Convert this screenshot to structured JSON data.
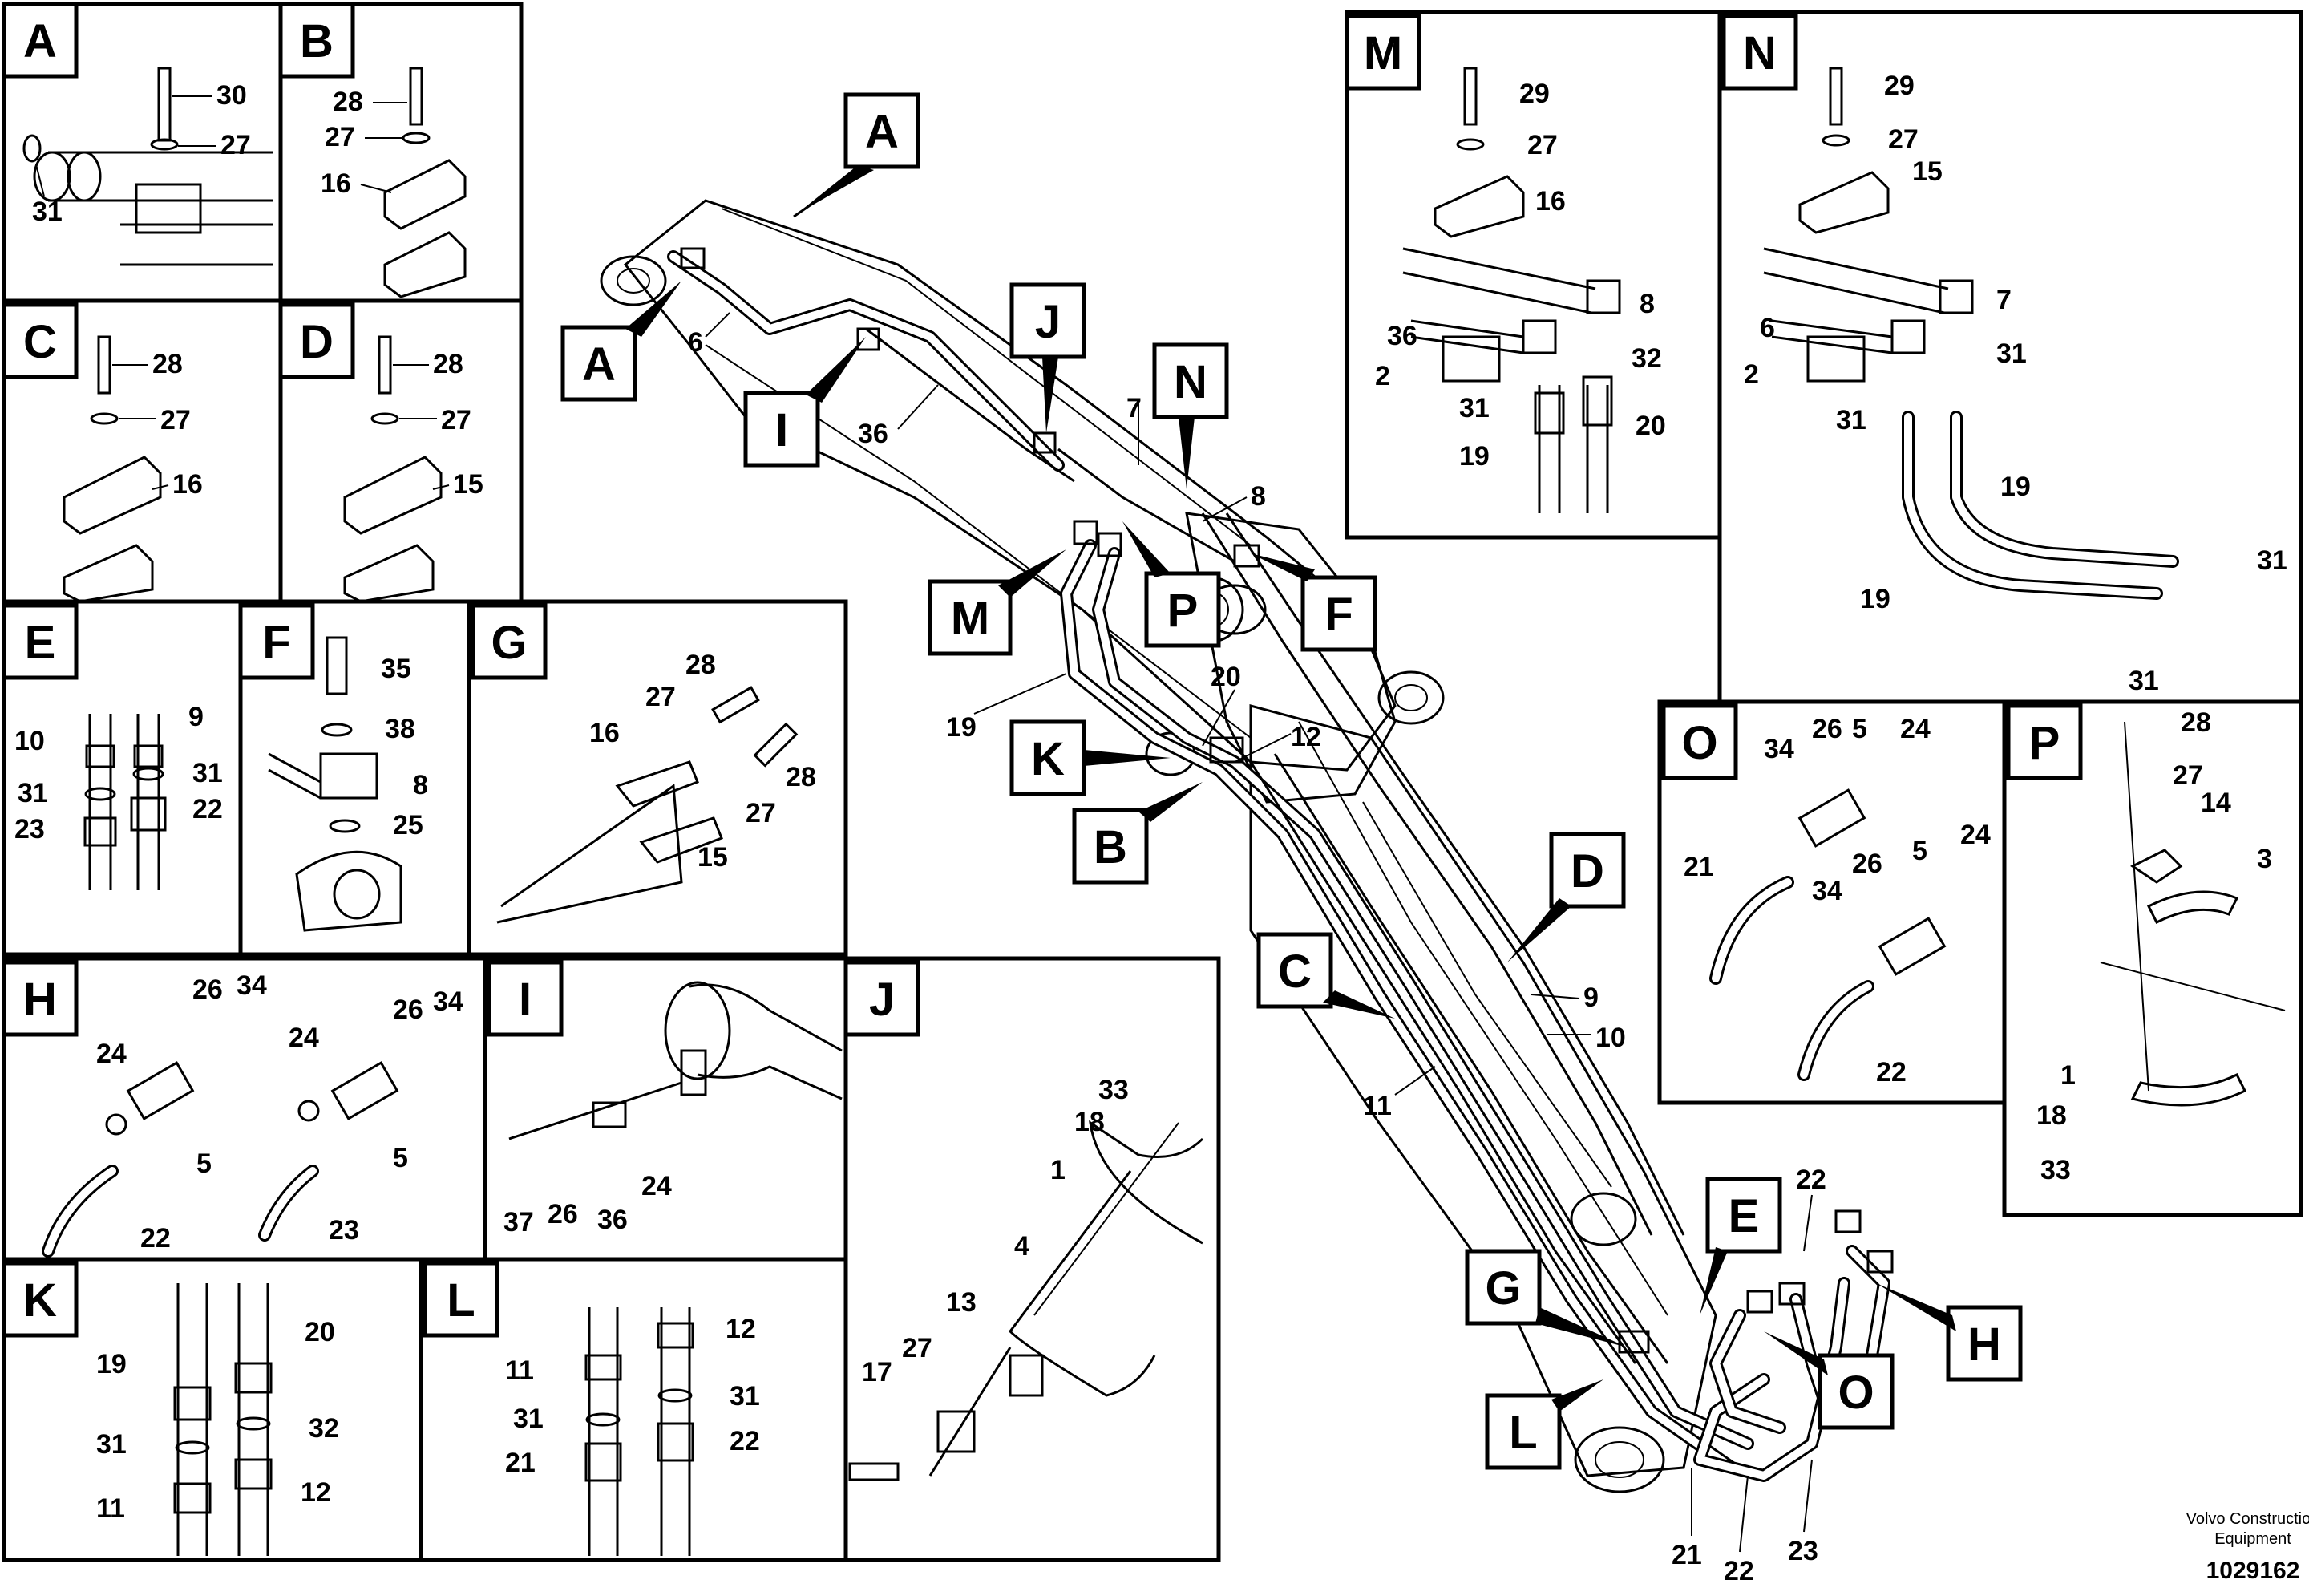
{
  "diagram": {
    "footer": {
      "brand_line1": "Volvo Construction",
      "brand_line2": "Equipment",
      "doc_number": "1029162"
    },
    "main_callouts": [
      "A",
      "I",
      "J",
      "N",
      "M",
      "P",
      "F",
      "K",
      "B",
      "C",
      "D",
      "E",
      "G",
      "L",
      "O",
      "H"
    ],
    "main_labels": [
      "6",
      "36",
      "7",
      "8",
      "19",
      "20",
      "12",
      "9",
      "10",
      "11",
      "21",
      "22",
      "23",
      "22"
    ],
    "panels": [
      {
        "letter": "A",
        "labels": [
          "30",
          "27",
          "31"
        ]
      },
      {
        "letter": "B",
        "labels": [
          "28",
          "27",
          "16"
        ]
      },
      {
        "letter": "C",
        "labels": [
          "28",
          "27",
          "16"
        ]
      },
      {
        "letter": "D",
        "labels": [
          "28",
          "27",
          "15"
        ]
      },
      {
        "letter": "E",
        "labels": [
          "10",
          "9",
          "31",
          "31",
          "23",
          "22"
        ]
      },
      {
        "letter": "F",
        "labels": [
          "35",
          "38",
          "8",
          "25"
        ]
      },
      {
        "letter": "G",
        "labels": [
          "28",
          "27",
          "16",
          "28",
          "27",
          "15"
        ]
      },
      {
        "letter": "H",
        "labels": [
          "26",
          "34",
          "26",
          "34",
          "24",
          "24",
          "5",
          "5",
          "22",
          "23"
        ]
      },
      {
        "letter": "I",
        "labels": [
          "37",
          "26",
          "36",
          "24"
        ]
      },
      {
        "letter": "J",
        "labels": [
          "33",
          "18",
          "1",
          "4",
          "13",
          "27",
          "17"
        ]
      },
      {
        "letter": "K",
        "labels": [
          "19",
          "20",
          "31",
          "32",
          "11",
          "12"
        ]
      },
      {
        "letter": "L",
        "labels": [
          "11",
          "12",
          "31",
          "31",
          "21",
          "22"
        ]
      },
      {
        "letter": "M",
        "labels": [
          "29",
          "27",
          "16",
          "8",
          "36",
          "32",
          "2",
          "31",
          "20",
          "19"
        ]
      },
      {
        "letter": "N",
        "labels": [
          "29",
          "27",
          "15",
          "7",
          "6",
          "31",
          "2",
          "31",
          "19",
          "31",
          "19",
          "31"
        ]
      },
      {
        "letter": "O",
        "labels": [
          "34",
          "26",
          "5",
          "24",
          "21",
          "34",
          "26",
          "5",
          "24",
          "22"
        ]
      },
      {
        "letter": "P",
        "labels": [
          "28",
          "27",
          "14",
          "3",
          "1",
          "18",
          "33"
        ]
      }
    ]
  }
}
